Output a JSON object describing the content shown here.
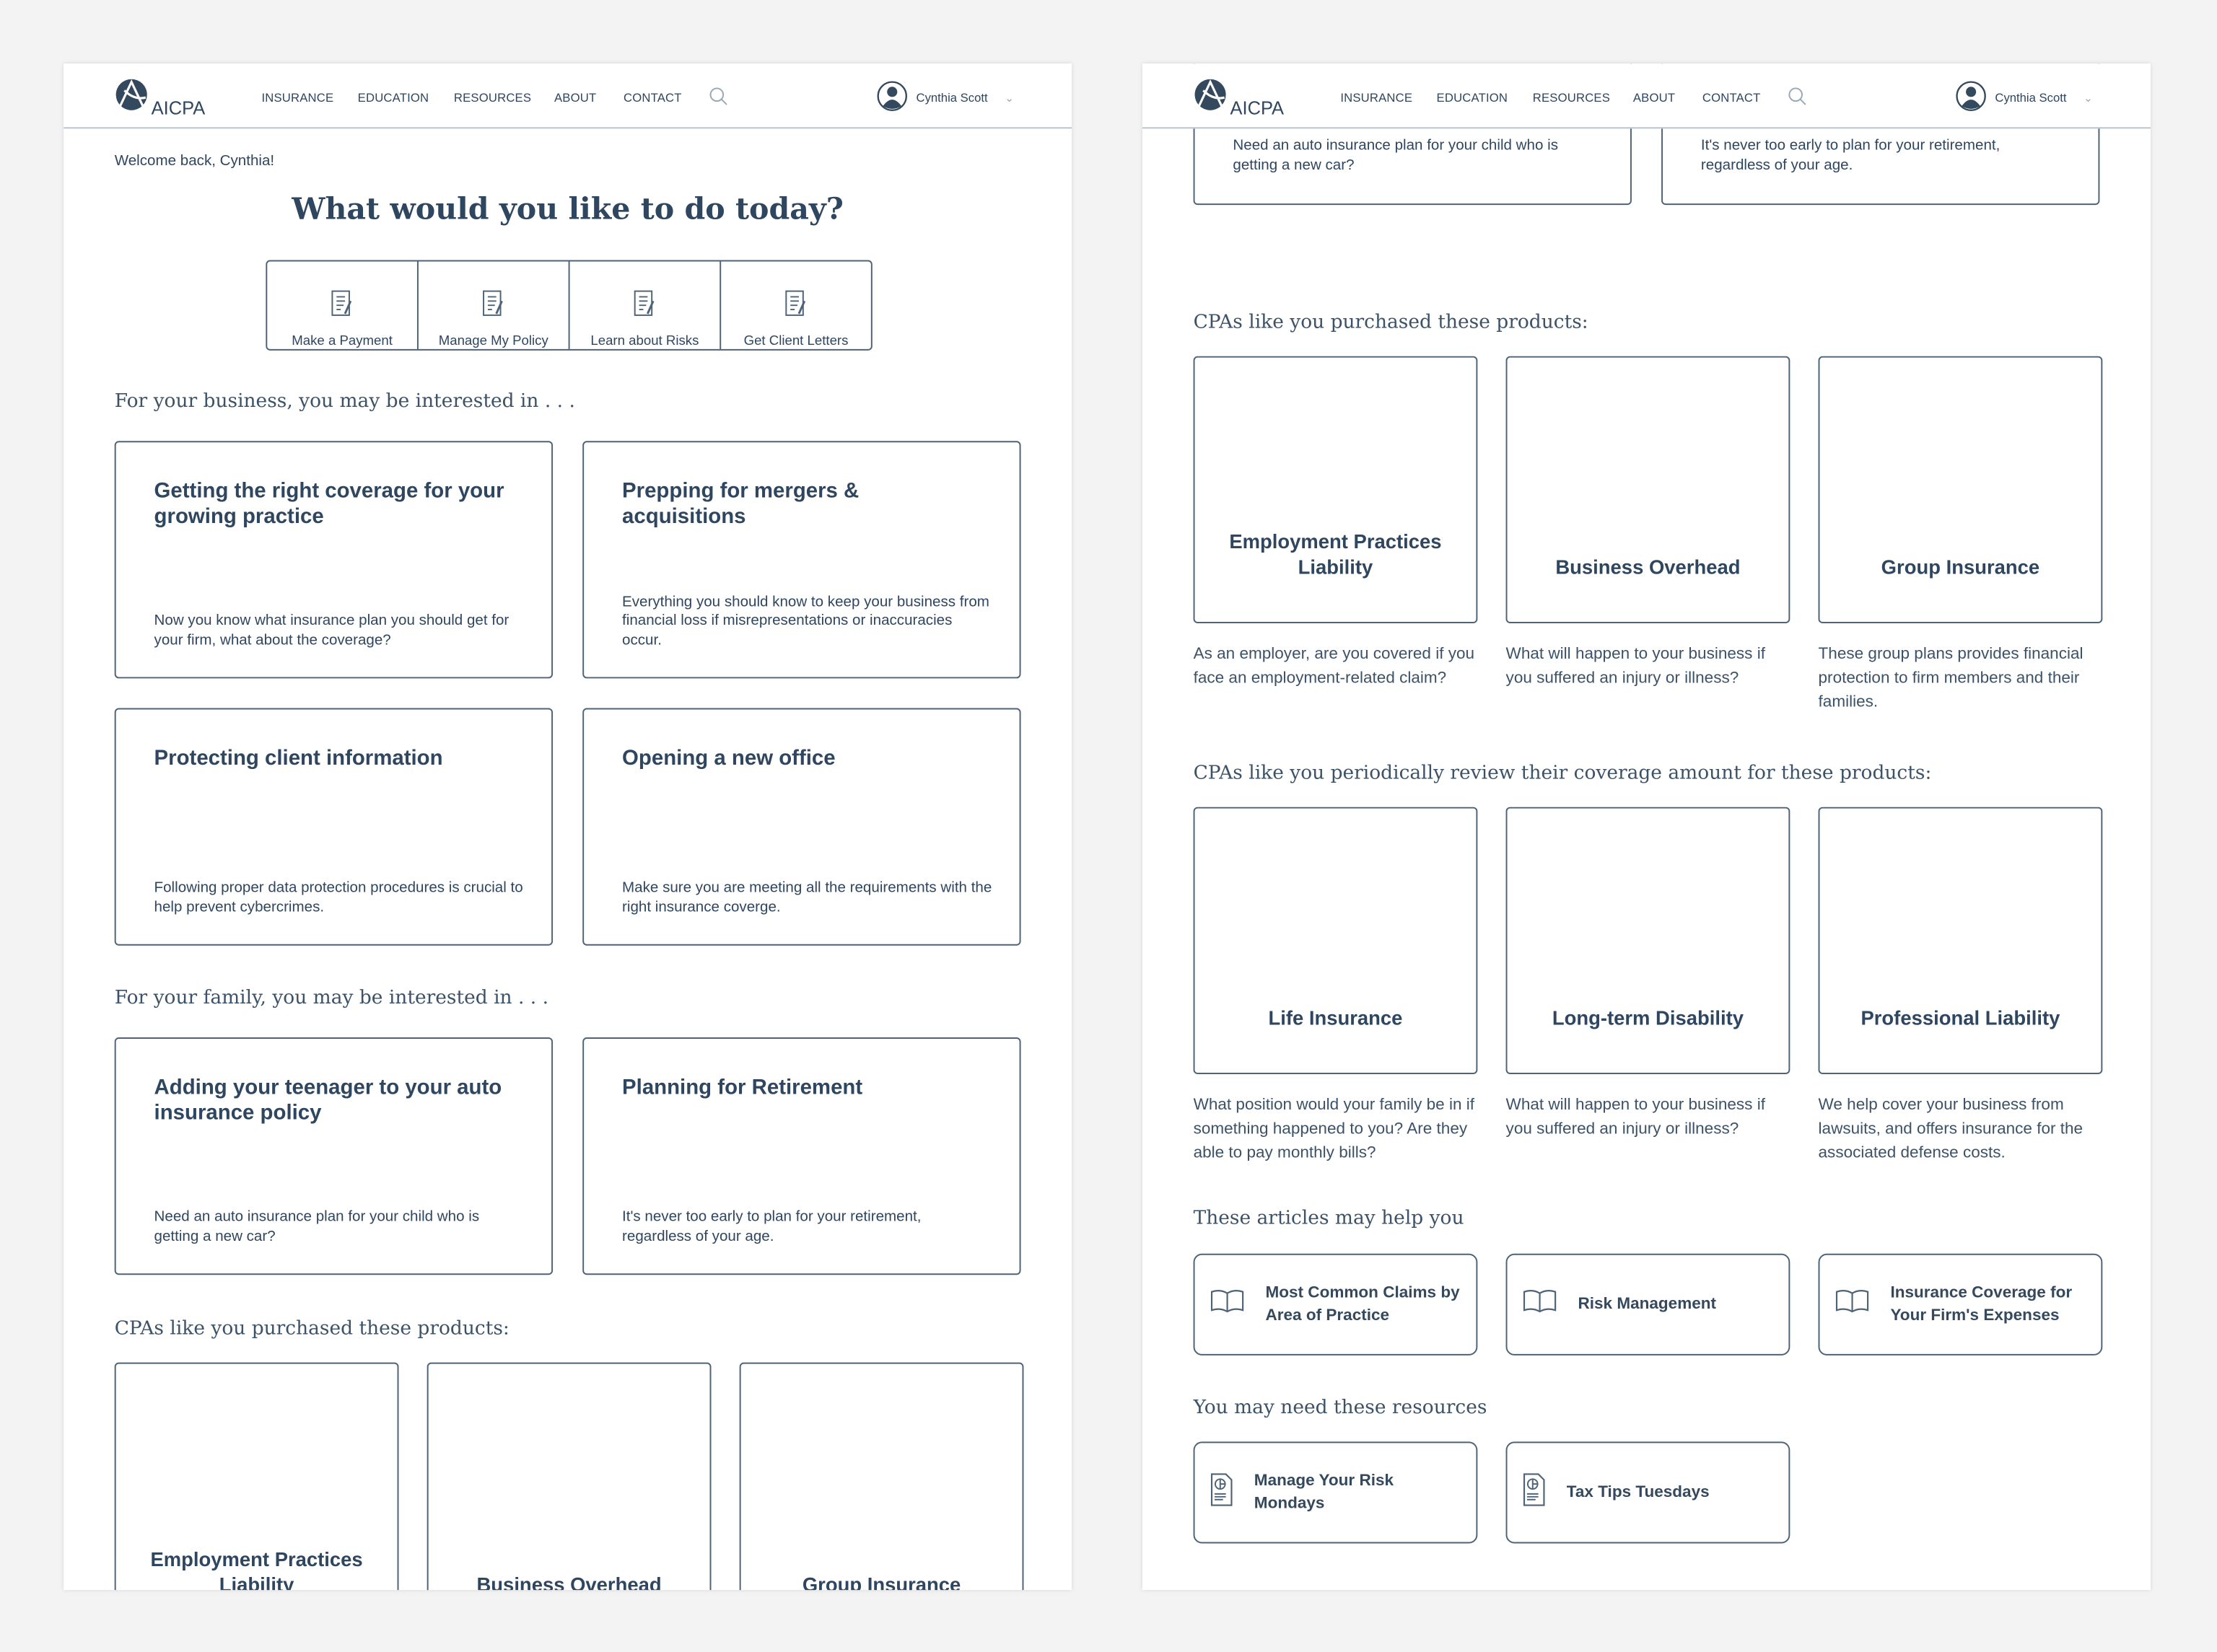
{
  "header": {
    "logo": "AICPA",
    "nav": [
      "INSURANCE",
      "EDUCATION",
      "RESOURCES",
      "ABOUT",
      "CONTACT"
    ],
    "user_name": "Cynthia Scott"
  },
  "left": {
    "welcome": "Welcome back, Cynthia!",
    "title": "What would you like to do today?",
    "actions": [
      {
        "label": "Make a Payment",
        "icon": "payment-document-icon"
      },
      {
        "label": "Manage My Policy",
        "icon": "policy-clipboard-icon"
      },
      {
        "label": "Learn about Risks",
        "icon": "magnifier-document-icon"
      },
      {
        "label": "Get Client Letters",
        "icon": "letter-scroll-icon"
      }
    ],
    "business_heading": "For your business, you may be interested in . . .",
    "business_cards": [
      {
        "title": "Getting the right coverage for your growing practice",
        "desc": "Now you know what insurance plan you should get for your firm, what about the coverage?"
      },
      {
        "title": "Prepping for mergers & acquisitions",
        "desc": "Everything you should know to keep your business from financial loss if misrepresentations or inaccuracies occur."
      },
      {
        "title": "Protecting client information",
        "desc": "Following proper data protection procedures is crucial to help prevent cybercrimes."
      },
      {
        "title": "Opening a new office",
        "desc": "Make sure you are meeting all the requirements with the right insurance coverge."
      }
    ],
    "family_heading": "For your family, you may be interested in . . .",
    "family_cards": [
      {
        "title": "Adding your teenager to your auto insurance policy",
        "desc": "Need an auto insurance plan for your child who is getting a new car?"
      },
      {
        "title": "Planning for Retirement",
        "desc": "It's never too early to plan for your retirement, regardless of your age."
      }
    ],
    "purchased_heading": "CPAs like you purchased these products:",
    "purchased": [
      "Employment Practices Liability",
      "Business Overhead",
      "Group Insurance"
    ]
  },
  "right": {
    "family_cards_desc": [
      "Need an auto insurance plan for your child who is getting a new car?",
      "It's never too early to plan for your retirement, regardless of your age."
    ],
    "purchased_heading": "CPAs like you purchased these products:",
    "purchased": [
      {
        "title": "Employment Practices Liability",
        "desc": "As an employer, are you covered if you face an employment-related claim?"
      },
      {
        "title": "Business Overhead",
        "desc": "What will happen to your business if you suffered an injury or illness?"
      },
      {
        "title": "Group Insurance",
        "desc": "These group plans provides financial protection to firm members and their families."
      }
    ],
    "review_heading": "CPAs like you periodically review their coverage amount for these products:",
    "review": [
      {
        "title": "Life Insurance",
        "desc": "What position would your family be in if something happened to you? Are they able to pay monthly bills?"
      },
      {
        "title": "Long-term Disability",
        "desc": "What will happen to your business if you suffered an injury or illness?"
      },
      {
        "title": "Professional Liability",
        "desc": "We help cover your business from lawsuits, and offers insurance for the associated defense costs."
      }
    ],
    "articles_heading": "These articles may help you",
    "articles": [
      "Most Common Claims by Area of Practice",
      "Risk Management",
      "Insurance Coverage for Your Firm's Expenses"
    ],
    "resources_heading": "You may need these resources",
    "resources": [
      "Manage Your Risk Mondays",
      "Tax Tips Tuesdays"
    ]
  },
  "colors": {
    "text": "#2f4660",
    "border": "#4e6378",
    "background": "#f3f3f4"
  }
}
